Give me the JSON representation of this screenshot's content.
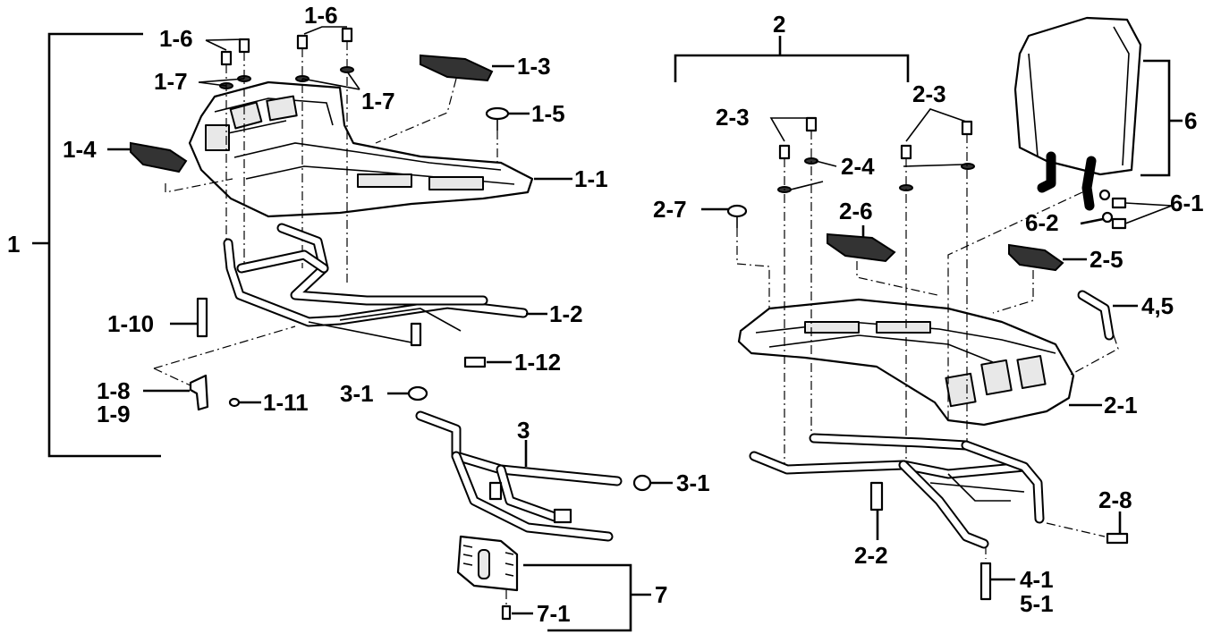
{
  "labels": {
    "a1": "1",
    "a1_1": "1-1",
    "a1_2": "1-2",
    "a1_3": "1-3",
    "a1_4": "1-4",
    "a1_5": "1-5",
    "a1_6a": "1-6",
    "a1_6b": "1-6",
    "a1_7a": "1-7",
    "a1_7b": "1-7",
    "a1_8": "1-8",
    "a1_9": "1-9",
    "a1_10": "1-10",
    "a1_11": "1-11",
    "a1_12": "1-12",
    "a2": "2",
    "a2_1": "2-1",
    "a2_2": "2-2",
    "a2_3a": "2-3",
    "a2_3b": "2-3",
    "a2_4": "2-4",
    "a2_5": "2-5",
    "a2_6": "2-6",
    "a2_7": "2-7",
    "a2_8": "2-8",
    "a3": "3",
    "a3_1a": "3-1",
    "a3_1b": "3-1",
    "a4_5": "4,5",
    "a4_1": "4-1",
    "a5_1": "5-1",
    "a6": "6",
    "a6_1": "6-1",
    "a6_2": "6-2",
    "a7": "7",
    "a7_1": "7-1"
  }
}
